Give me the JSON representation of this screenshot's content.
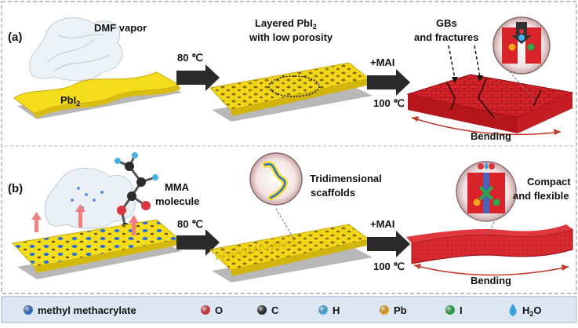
{
  "panel_a": {
    "tag": "(a)",
    "vapor_label": "DMF vapor",
    "film_label_main": "PbI",
    "film_label_sub": "2",
    "step1_temp": "80 ℃",
    "layered_line1_main": "Layered PbI",
    "layered_line1_sub": "2",
    "layered_line2": "with low porosity",
    "step2_reagent": "+MAI",
    "step2_temp": "100 ℃",
    "gbs_line1": "GBs",
    "gbs_line2": "and fractures",
    "bending": "Bending"
  },
  "panel_b": {
    "tag": "(b)",
    "mma_line1": "MMA",
    "mma_line2": "molecule",
    "step1_temp": "80 ℃",
    "scaffold_line1": "Tridimensional",
    "scaffold_line2": "scaffolds",
    "step2_reagent": "+MAI",
    "step2_temp": "100 ℃",
    "compact_line1": "Compact",
    "compact_line2": "and flexible",
    "bending": "Bending"
  },
  "legend": {
    "items": [
      {
        "label": "methyl methacrylate",
        "color": "#2f6fd1"
      },
      {
        "label": "O",
        "color": "#d9363e"
      },
      {
        "label": "C",
        "color": "#2b2b2b"
      },
      {
        "label": "H",
        "color": "#46b3e6"
      },
      {
        "label": "Pb",
        "color": "#f0a818"
      },
      {
        "label": "I",
        "color": "#2aa84a"
      },
      {
        "label_main": "H",
        "label_sub": "2",
        "label_tail": "O",
        "color": "#3aa0e0"
      }
    ]
  },
  "colors": {
    "pbi2_yellow": "#f4dd1c",
    "perovskite_red": "#d8232a",
    "substrate_gray": "#b8b8b8",
    "arrow_dark": "#2a2a2a",
    "legend_bg": "#dde7f3"
  }
}
